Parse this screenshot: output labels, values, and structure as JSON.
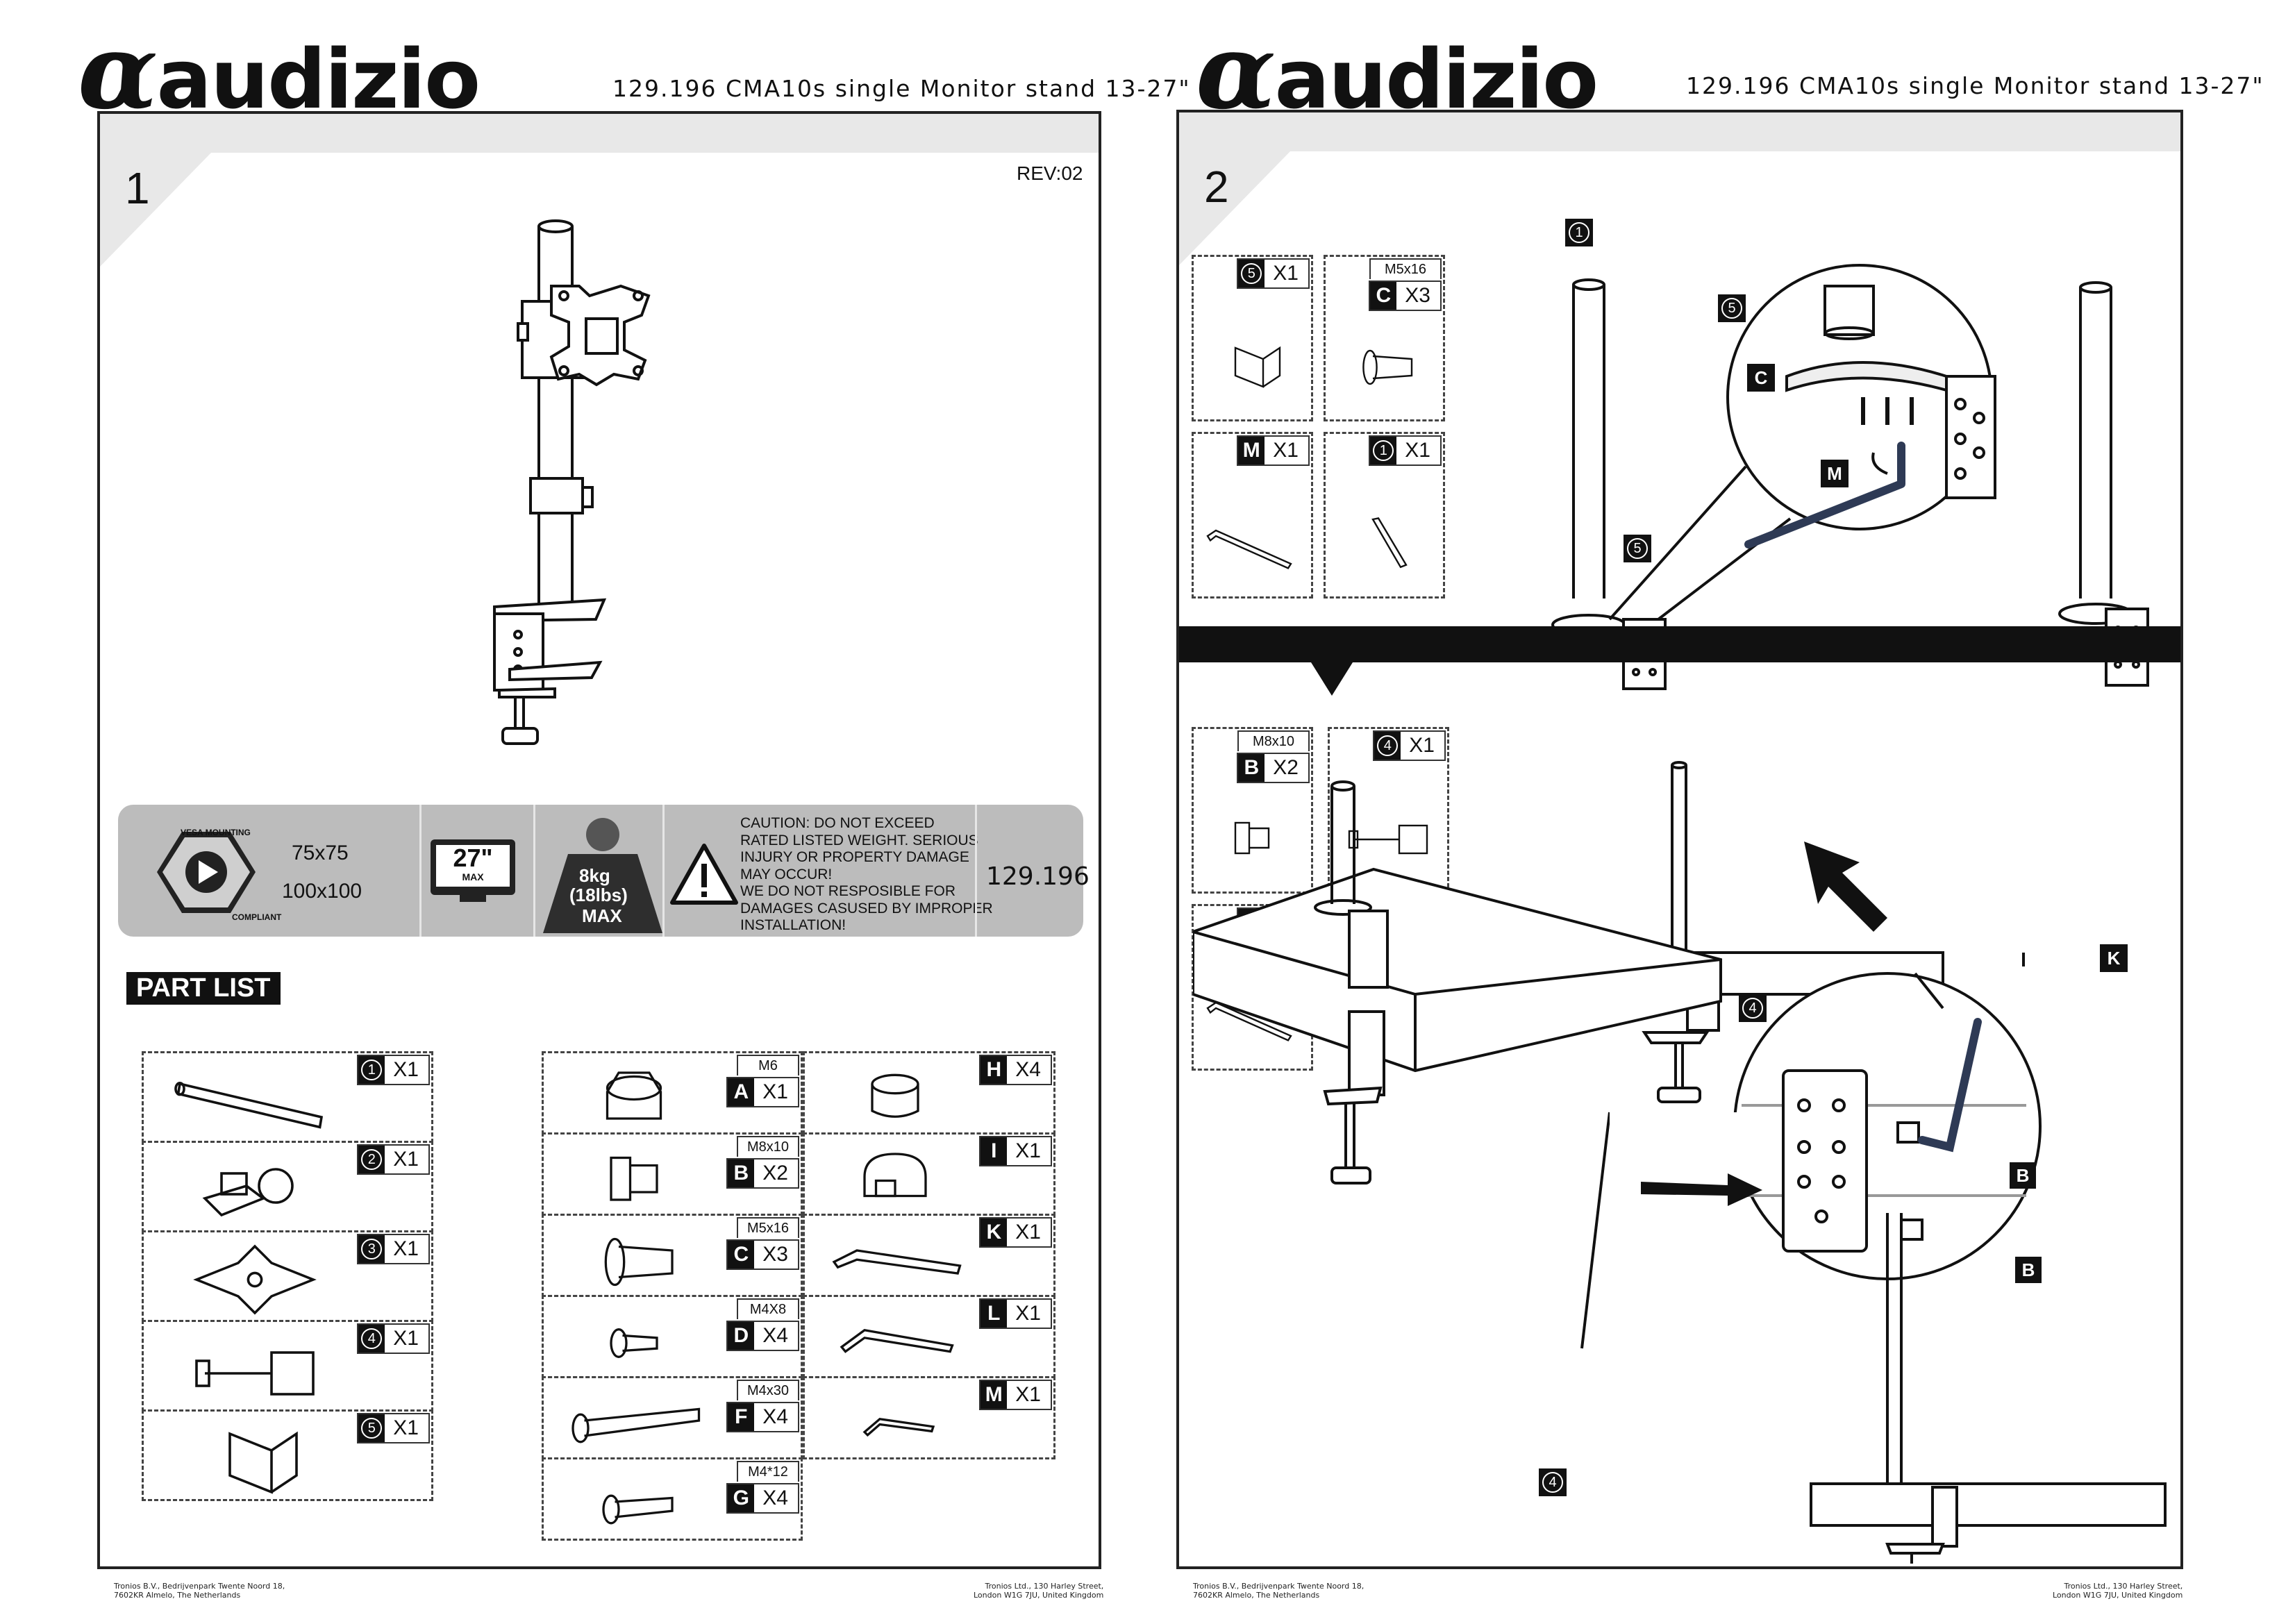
{
  "brand": {
    "logo_text": "audizio",
    "logo_mark": "α"
  },
  "page1": {
    "title": "129.196 CMA10s single Monitor stand 13-27\"",
    "step": "1",
    "revision": "REV:02",
    "info_bar": {
      "vesa_top": "VESA MOUNTING",
      "vesa_bottom": "COMPLIANT",
      "vesa_size_1": "75x75",
      "vesa_size_2": "100x100",
      "screen_size": "27\"",
      "screen_max": "MAX",
      "weight_1": "8kg",
      "weight_2": "(18lbs)",
      "weight_max": "MAX",
      "caution_lines": [
        "CAUTION: DO NOT EXCEED",
        "RATED LISTED WEIGHT. SERIOUS",
        "INJURY OR PROPERTY DAMAGE",
        "MAY OCCUR!",
        "WE DO NOT RESPOSIBLE FOR",
        "DAMAGES CASUSED BY IMPROPER",
        "INSTALLATION!"
      ],
      "item_number": "129.196"
    },
    "part_list_heading": "PART LIST",
    "parts_numbered": [
      {
        "num": "1",
        "qty": "X1",
        "icon": "pole-icon"
      },
      {
        "num": "2",
        "qty": "X1",
        "icon": "pole-clamp-icon"
      },
      {
        "num": "3",
        "qty": "X1",
        "icon": "vesa-plate-icon"
      },
      {
        "num": "4",
        "qty": "X1",
        "icon": "desk-clamp-screw-icon"
      },
      {
        "num": "5",
        "qty": "X1",
        "icon": "angle-bracket-icon"
      }
    ],
    "parts_hardware": [
      {
        "letter": "A",
        "spec": "M6",
        "qty": "X1",
        "icon": "hex-nut-icon"
      },
      {
        "letter": "B",
        "spec": "M8x10",
        "qty": "X2",
        "icon": "short-bolt-icon"
      },
      {
        "letter": "C",
        "spec": "M5x16",
        "qty": "X3",
        "icon": "countersunk-screw-icon"
      },
      {
        "letter": "D",
        "spec": "M4X8",
        "qty": "X4",
        "icon": "small-screw-icon"
      },
      {
        "letter": "F",
        "spec": "M4x30",
        "qty": "X4",
        "icon": "long-screw-icon"
      },
      {
        "letter": "G",
        "spec": "M4*12",
        "qty": "X4",
        "icon": "medium-screw-icon"
      }
    ],
    "parts_tools": [
      {
        "letter": "H",
        "qty": "X4",
        "icon": "spacer-icon"
      },
      {
        "letter": "I",
        "qty": "X1",
        "icon": "cable-clip-icon"
      },
      {
        "letter": "K",
        "qty": "X1",
        "icon": "hex-key-large-icon"
      },
      {
        "letter": "L",
        "qty": "X1",
        "icon": "hex-key-medium-icon"
      },
      {
        "letter": "M",
        "qty": "X1",
        "icon": "hex-key-small-icon"
      }
    ],
    "footer_left": [
      "Tronios B.V., Bedrijvenpark Twente Noord 18,",
      "7602KR Almelo, The Netherlands"
    ],
    "footer_right": [
      "Tronios Ltd., 130 Harley Street,",
      "London W1G 7JU, United Kingdom"
    ]
  },
  "page2": {
    "title": "129.196 CMA10s single Monitor stand 13-27\"",
    "step": "2",
    "partsA": [
      {
        "label": "5",
        "type": "num",
        "qty": "X1",
        "spec": ""
      },
      {
        "label": "C",
        "type": "letter",
        "qty": "X3",
        "spec": "M5x16"
      },
      {
        "label": "M",
        "type": "letter",
        "qty": "X1",
        "spec": ""
      },
      {
        "label": "1",
        "type": "num",
        "qty": "X1",
        "spec": ""
      }
    ],
    "partsB": [
      {
        "label": "B",
        "type": "letter",
        "qty": "X2",
        "spec": "M8x10"
      },
      {
        "label": "4",
        "type": "num",
        "qty": "X1",
        "spec": ""
      },
      {
        "label": "K",
        "type": "letter",
        "qty": "X1",
        "spec": ""
      }
    ],
    "callouts": {
      "c1": "1",
      "c5a": "5",
      "c5b": "5",
      "cC": "C",
      "cM": "M",
      "c4a": "4",
      "c4b": "4",
      "cK": "K",
      "cB1": "B",
      "cB2": "B"
    },
    "footer_left": [
      "Tronios B.V., Bedrijvenpark Twente Noord 18,",
      "7602KR Almelo, The Netherlands"
    ],
    "footer_right": [
      "Tronios Ltd., 130 Harley Street,",
      "London W1G 7JU, United Kingdom"
    ]
  }
}
